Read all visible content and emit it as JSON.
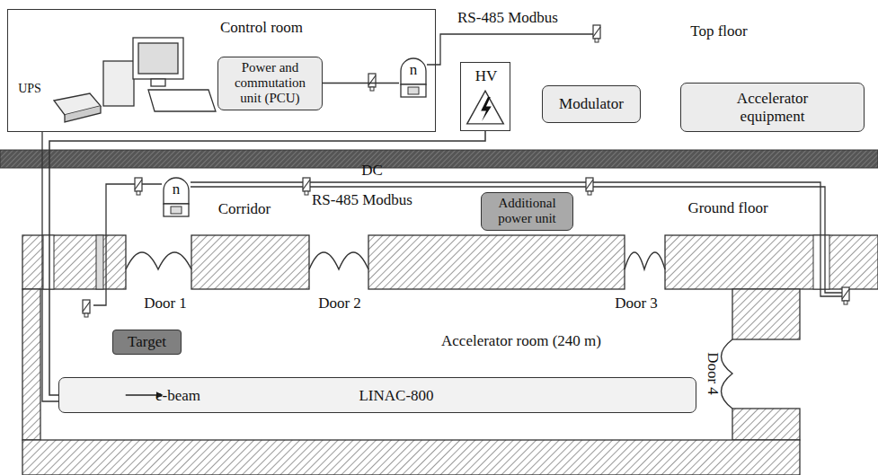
{
  "diagram": {
    "nodes": [
      {
        "text": [
          "Control room"
        ]
      },
      {
        "text": [
          "Power and commutation unit (PCU)"
        ],
        "in": 0
      },
      {
        "text": [
          "n"
        ],
        "in": 0
      },
      {
        "text": [
          "HV"
        ]
      },
      {
        "text": [
          "Modulator"
        ]
      },
      {
        "text": [
          "Accelerator equipment"
        ]
      },
      {
        "text": [
          "n"
        ]
      },
      {
        "text": [
          "Additional power unit"
        ]
      },
      {
        "text": [
          "Target"
        ]
      },
      {
        "text": [
          "e-beam",
          "LINAC-800"
        ]
      }
    ],
    "edges": [
      {
        "from": 1,
        "to": 2,
        "arrow": "none"
      },
      {
        "from": 3,
        "to": 9,
        "arrow": "none"
      }
    ],
    "labels": [
      "RS-485 Modbus",
      "Top floor",
      "UPS",
      "DC",
      "RS-485 Modbus",
      "Corridor",
      "Ground floor",
      "Door 1",
      "Door 2",
      "Door 3",
      "Door 4",
      "Accelerator room (240 m)"
    ]
  }
}
